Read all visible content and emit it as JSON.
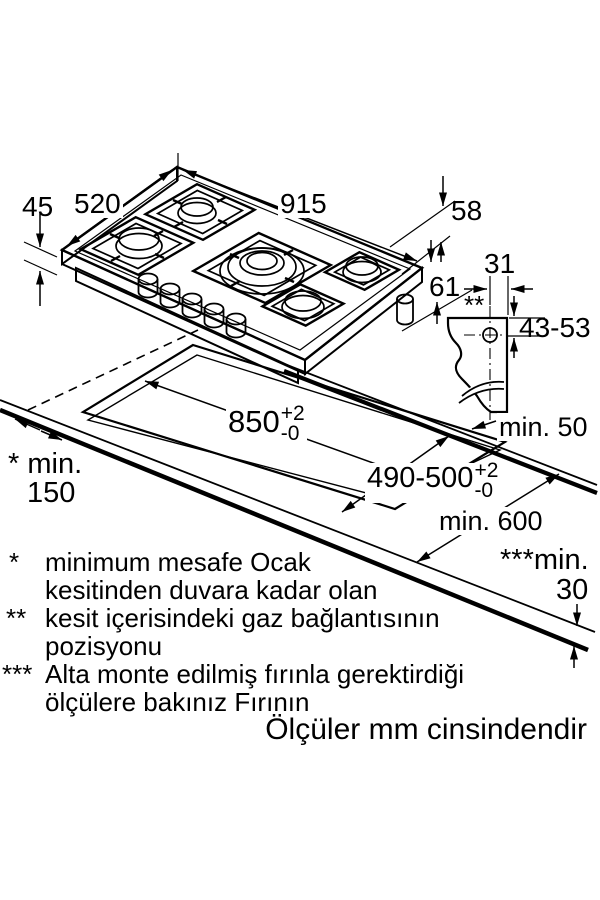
{
  "hob": {
    "width": "915",
    "depth": "520",
    "front_height": "45",
    "total_height": "58",
    "height_with_foot": "61"
  },
  "gas_connection": {
    "marker": "**",
    "offset_from_edge": "31",
    "offset_below_top": "43-53"
  },
  "cutout": {
    "width": "850",
    "width_tol_plus": "+2",
    "width_tol_minus": "-0",
    "depth": "490-500",
    "depth_tol_plus": "+2",
    "depth_tol_minus": "-0"
  },
  "clearances": {
    "rear": "min. 50",
    "worktop_depth": "min. 600",
    "side_label": "* min.",
    "side_value": "150",
    "below_label": "***min.",
    "below_value": "30"
  },
  "footnotes": [
    {
      "marker": "*",
      "line1": "minimum mesafe Ocak",
      "line2": "kesitinden duvara kadar olan"
    },
    {
      "marker": "**",
      "line1": "kesit içerisindeki gaz bağlantısının",
      "line2": "pozisyonu"
    },
    {
      "marker": "***",
      "line1": "Alta monte edilmiş fırınla gerektirdiği",
      "line2": "ölçülere bakınız Fırının"
    }
  ],
  "units_note": "Ölçüler mm cinsindendir"
}
